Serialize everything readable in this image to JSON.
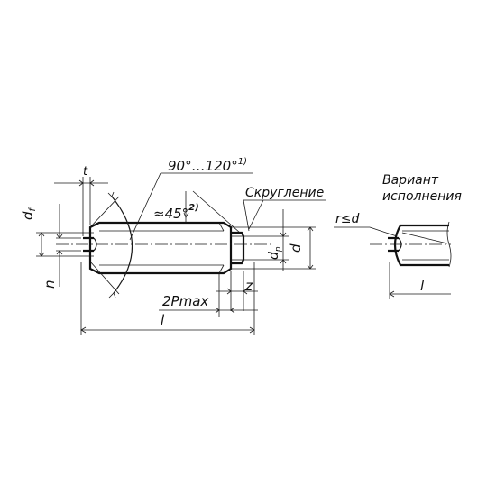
{
  "labels": {
    "t": "t",
    "angle_top": "90°…120°",
    "angle_top_note": "1)",
    "approx45": "≈45°",
    "approx45_note": "2)",
    "rounding": "Скругление",
    "df": "d",
    "df_sub": "f",
    "n": "n",
    "dp": "d",
    "dp_sub": "p",
    "d": "d",
    "z": "z",
    "twoPmax": "2Pmax",
    "l_main": "l",
    "variant_line1": "Вариант",
    "variant_line2": "исполнения",
    "r_le_d": "r≤d",
    "l_variant": "l"
  },
  "colors": {
    "ink": "#1a1a1a",
    "background": "#ffffff"
  }
}
